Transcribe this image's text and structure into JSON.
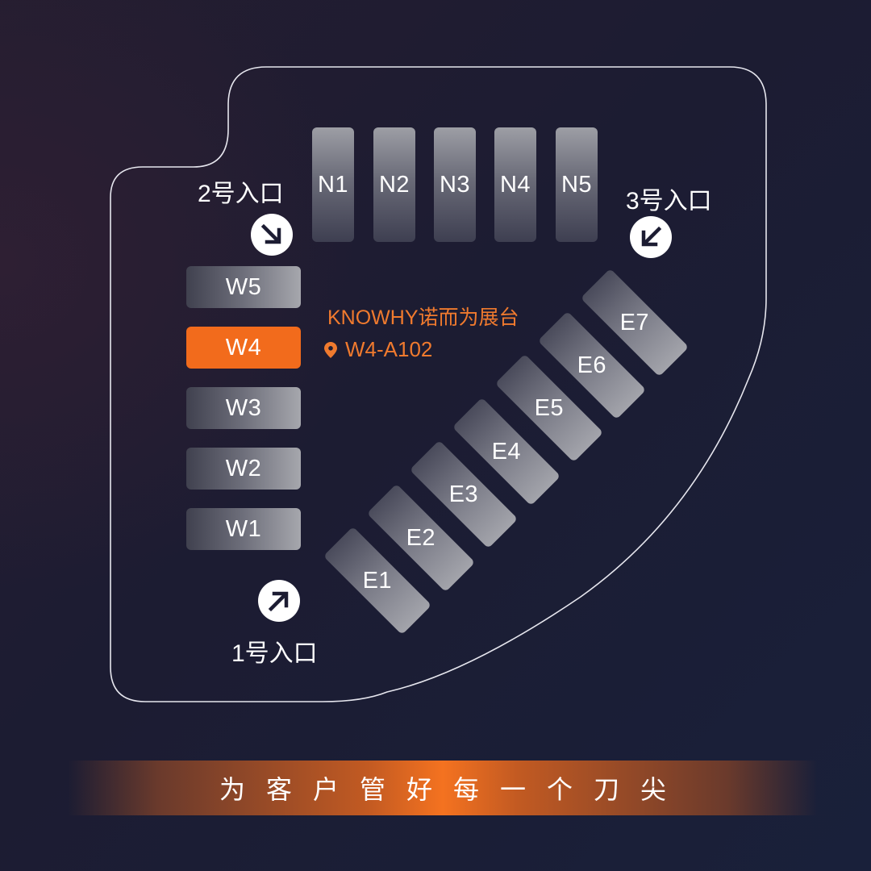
{
  "map": {
    "outline_color": "#e6e6ee",
    "north_booths": [
      {
        "label": "N1"
      },
      {
        "label": "N2"
      },
      {
        "label": "N3"
      },
      {
        "label": "N4"
      },
      {
        "label": "N5"
      }
    ],
    "west_booths": [
      {
        "label": "W5",
        "active": false
      },
      {
        "label": "W4",
        "active": true
      },
      {
        "label": "W3",
        "active": false
      },
      {
        "label": "W2",
        "active": false
      },
      {
        "label": "W1",
        "active": false
      }
    ],
    "east_booths": [
      {
        "label": "E1"
      },
      {
        "label": "E2"
      },
      {
        "label": "E3"
      },
      {
        "label": "E4"
      },
      {
        "label": "E5"
      },
      {
        "label": "E6"
      },
      {
        "label": "E7"
      }
    ],
    "entrances": [
      {
        "label": "1号入口",
        "arrow": "arrow-up-right-icon"
      },
      {
        "label": "2号入口",
        "arrow": "arrow-down-right-icon"
      },
      {
        "label": "3号入口",
        "arrow": "arrow-down-left-icon"
      }
    ],
    "exhibitor": {
      "name": "KNOWHY诺而为展台",
      "location_icon": "map-pin-icon",
      "booth_code": "W4-A102"
    }
  },
  "banner": {
    "slogan": "为客户管好每一个刀尖"
  },
  "colors": {
    "accent": "#f26b1c",
    "accent_text": "#f07a2e",
    "background": "#1c1c32"
  }
}
